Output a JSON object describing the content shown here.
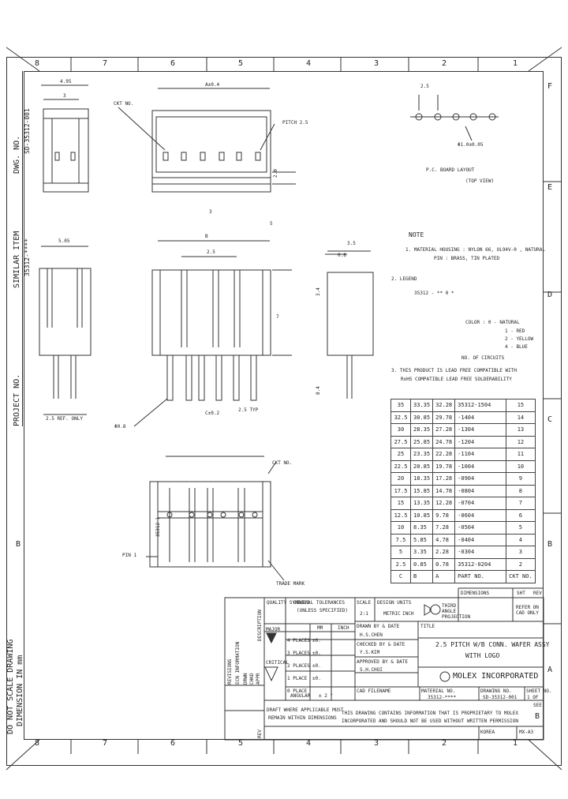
{
  "zones_top": [
    "8",
    "7",
    "6",
    "5",
    "4",
    "3",
    "2",
    "1"
  ],
  "zones_bottom": [
    "8",
    "7",
    "6",
    "5",
    "4",
    "3",
    "2",
    "1"
  ],
  "zones_side": [
    "F",
    "E",
    "D",
    "C",
    "B",
    "A"
  ],
  "left_strip": {
    "dwg_no_label": "DWG. NO.",
    "dwg_no_value": "SD-35312-001",
    "similar_label": "SIMILAR ITEM",
    "similar_value": "35312-****",
    "project_label": "PROJECT NO.",
    "do_not_scale": "DO NOT SCALE DRAWING",
    "dims_in_mm": "DIMENSION IN mm"
  },
  "dims": {
    "d_4_95": "4.95",
    "d_3": "3",
    "d_a_top": "A±0.4",
    "d_cut_no": "CKT NO.",
    "d_pitch": "PITCH 2.5",
    "d_2_0": "2.0",
    "d_3_center": "3",
    "d_5": "5",
    "d_5_05": "5.05",
    "d_b": "B",
    "d_2_5": "2.5",
    "d_7": "7",
    "d_2_5_ref": "2.5 REF. ONLY",
    "d_phi": "Φ0.8",
    "d_pitch2": "2.5 TYP",
    "d_c": "C±0.2",
    "d_ckt_no2": "CKT NO.",
    "d_pin1": "PIN 1",
    "d_trade_mark": "TRADE MARK",
    "d_2_5_pcb": "2.5",
    "d_phi_pcb": "Φ1.0±0.05",
    "d_pcb_layout": "P.C. BOARD LAYOUT",
    "d_pcb_view": "(TOP VIEW)",
    "d_3_5": "3.5",
    "d_0_8": "0.8",
    "d_3_4": "3.4",
    "d_8_4": "8.4",
    "housing_mark": "35312-1"
  },
  "notes": {
    "title": "NOTE",
    "n1a": "1. MATERIAL HOUSING : NYLON 66, UL94V-0 , NATURAL",
    "n1b": "PIN : BRASS, TIN PLATED",
    "n2": "2. LEGEND",
    "part_code": "35312 - ** 0 *",
    "color_label": "COLOR : 0 - NATURAL",
    "color_1": "1 - RED",
    "color_2": "2 - YELLOW",
    "color_3": "4 - BLUE",
    "ckt_label": "NO. OF CIRCUITS",
    "n3a": "3. THIS PRODUCT IS LEAD FREE COMPATIBLE WITH",
    "n3b": "RoHS COMPATIBLE LEAD FREE SOLDERABILITY"
  },
  "bom": {
    "header": [
      "C",
      "B",
      "A",
      "PART NO.",
      "CKT NO."
    ],
    "rows": [
      [
        "35",
        "33.35",
        "32.28",
        "35312-1504",
        "15"
      ],
      [
        "32.5",
        "30.85",
        "29.78",
        "-1404",
        "14"
      ],
      [
        "30",
        "28.35",
        "27.28",
        "-1304",
        "13"
      ],
      [
        "27.5",
        "25.85",
        "24.78",
        "-1204",
        "12"
      ],
      [
        "25",
        "23.35",
        "22.28",
        "-1104",
        "11"
      ],
      [
        "22.5",
        "20.85",
        "19.78",
        "-1004",
        "10"
      ],
      [
        "20",
        "18.35",
        "17.28",
        "-0904",
        "9"
      ],
      [
        "17.5",
        "15.85",
        "14.78",
        "-0804",
        "8"
      ],
      [
        "15",
        "13.35",
        "12.28",
        "-0704",
        "7"
      ],
      [
        "12.5",
        "10.85",
        "9.78",
        "-0604",
        "6"
      ],
      [
        "10",
        "8.35",
        "7.28",
        "-0504",
        "5"
      ],
      [
        "7.5",
        "5.85",
        "4.78",
        "-0404",
        "4"
      ],
      [
        "5",
        "3.35",
        "2.28",
        "-0304",
        "3"
      ],
      [
        "2.5",
        "0.85",
        "0.78",
        "35312-0204",
        "2"
      ]
    ]
  },
  "title_block": {
    "quality_symbols": "QUALITY SYMBOLS",
    "general_tol": "GENERAL TOLERANCES",
    "unless": "(UNLESS SPECIFIED)",
    "mm_col": "MM",
    "inch_col": "INCH",
    "places_4": "4 PLACES",
    "places_3": "3 PLACES",
    "places_2": "2 PLACES",
    "places_1": "1 PLACE",
    "places_0": "0 PLACE",
    "tol_sign": "±0.",
    "angular": "ANGULAR",
    "angular_val": "± 2 °",
    "major": "MAJOR",
    "critical": "CRITICAL",
    "draft_note_a": "DRAFT WHERE APPLICABLE MUST",
    "draft_note_b": "REMAIN WITHIN DIMENSIONS",
    "scale_label": "SCALE",
    "scale_val": "2:1",
    "design_units": "DESIGN UNITS",
    "metric": "METRIC",
    "inch": "INCH",
    "third_angle": "THIRD ANGLE PROJECTION",
    "dimensions_label": "DIMENSIONS",
    "sheet_label": "SHT",
    "rev_label": "REV",
    "refer_cad": "REFER ON CAD ONLY",
    "drawn_by": "DRAWN BY & DATE",
    "drawn_val": "H.S.CHEN",
    "checked_by": "CHECKED BY & DATE",
    "checked_val": "Y.S.KIM",
    "approved_by": "APPROVED BY & DATE",
    "approved_val": "S.H.CHOI",
    "title_label": "TITLE",
    "title_1": "2.5 PITCH W/B CONN. WAFER ASSY",
    "title_2": "WITH LOGO",
    "company": "MOLEX INCORPORATED",
    "cad_file": "CAD FILENAME",
    "material_no": "MATERIAL NO.",
    "material_val": "35312-****",
    "drawing_no": "DRAWING NO.",
    "drawing_val": "SD-35312-001",
    "sheet_no": "SHEET NO.",
    "sheet_val": "1 OF",
    "see": "SEE",
    "rev_val": "B",
    "proprietary_a": "THIS DRAWING CONTAINS INFORMATION THAT IS PROPRIETARY TO MOLEX",
    "proprietary_b": "INCORPORATED AND SHOULD NOT BE USED WITHOUT WRITTEN PERMISSION",
    "korea": "KOREA",
    "format": "MX-A3",
    "rev_col": "REV",
    "desc_col": "DESCRIPTION",
    "revisions": "REVISIONS",
    "ecn_info": "ECN INFORMATION",
    "drwn": "DRWN",
    "chkd": "CHKD",
    "appr": "APPR"
  }
}
